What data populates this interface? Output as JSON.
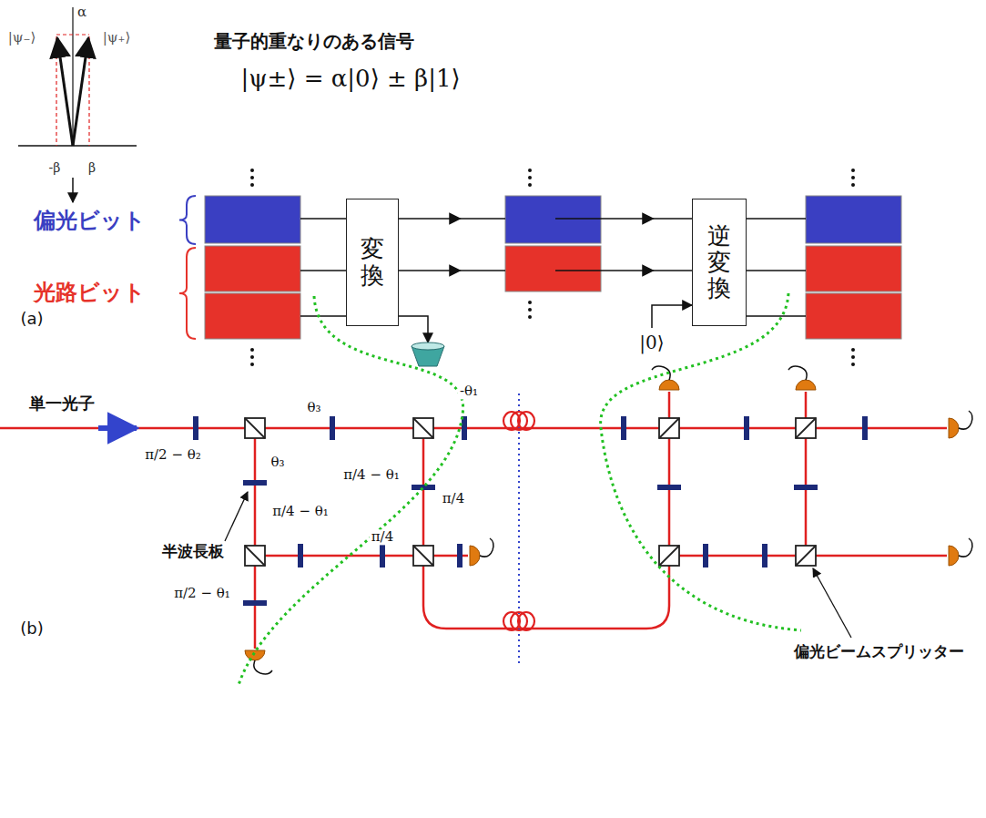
{
  "diagram": {
    "nodes": [
      {
        "text": [
          "変換"
        ]
      },
      {
        "text": [
          "逆変換"
        ]
      }
    ],
    "labels": [
      "量子的重なりのある信号",
      "|ψ±⟩ = α|0⟩ ± β|1⟩",
      "|ψ₋⟩",
      "|ψ₊⟩",
      "α",
      "-β",
      "β",
      "偏光ビット",
      "光路ビット",
      "|0⟩",
      "(a)",
      "単一光子",
      "-θ₁",
      "π/2 − θ₂",
      "θ₃",
      "θ₃",
      "π/4 − θ₁",
      "π/4 − θ₁",
      "π/4",
      "π/4",
      "π/2 − θ₁",
      "半波長板",
      "(b)",
      "偏光ビームスプリッター"
    ]
  }
}
